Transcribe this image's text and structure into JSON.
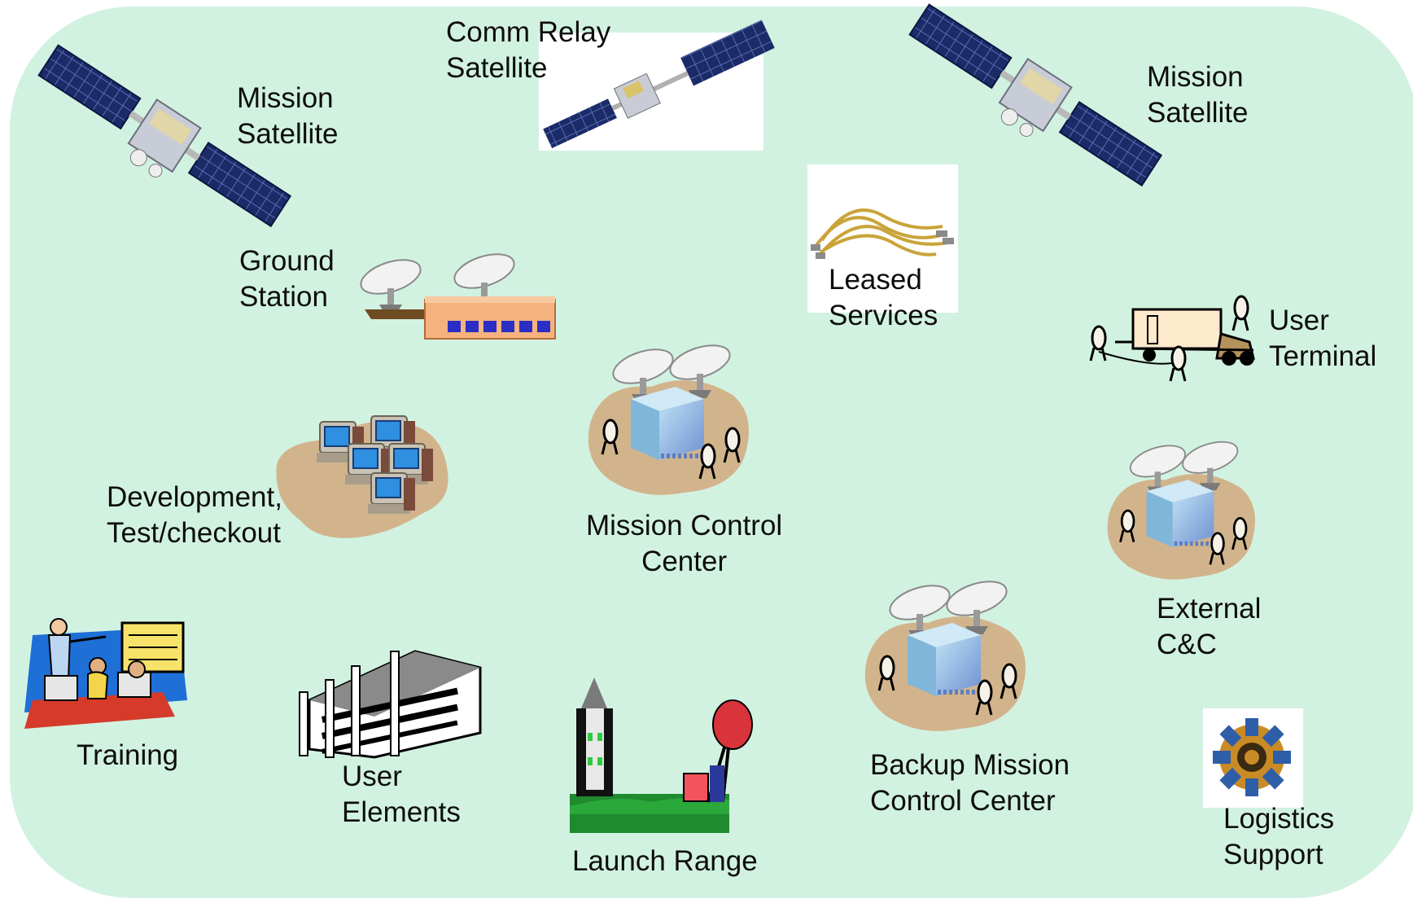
{
  "labels": {
    "mission_satellite_left": [
      "Mission",
      "Satellite"
    ],
    "comm_relay_satellite": [
      "Comm Relay",
      "Satellite"
    ],
    "mission_satellite_right": [
      "Mission",
      "Satellite"
    ],
    "ground_station": [
      "Ground",
      "Station"
    ],
    "leased_services": [
      "Leased",
      "Services"
    ],
    "user_terminal": [
      "User",
      "Terminal"
    ],
    "development_test": [
      "Development,",
      "Test/checkout"
    ],
    "mission_control_center": [
      "Mission Control",
      "Center"
    ],
    "external_cc": [
      "External",
      "C&C"
    ],
    "training": [
      "Training"
    ],
    "user_elements": [
      "User",
      "Elements"
    ],
    "launch_range": [
      "Launch Range"
    ],
    "backup_mission_control": [
      "Backup Mission",
      "Control Center"
    ],
    "logistics_support": [
      "Logistics",
      "Support"
    ]
  },
  "colors": {
    "background": "#d2f2e1",
    "ground_patch": "#d2b48c",
    "building": "#9fc8e6",
    "solar_panel": "#1c2f6e",
    "text": "#0d0d0d"
  }
}
